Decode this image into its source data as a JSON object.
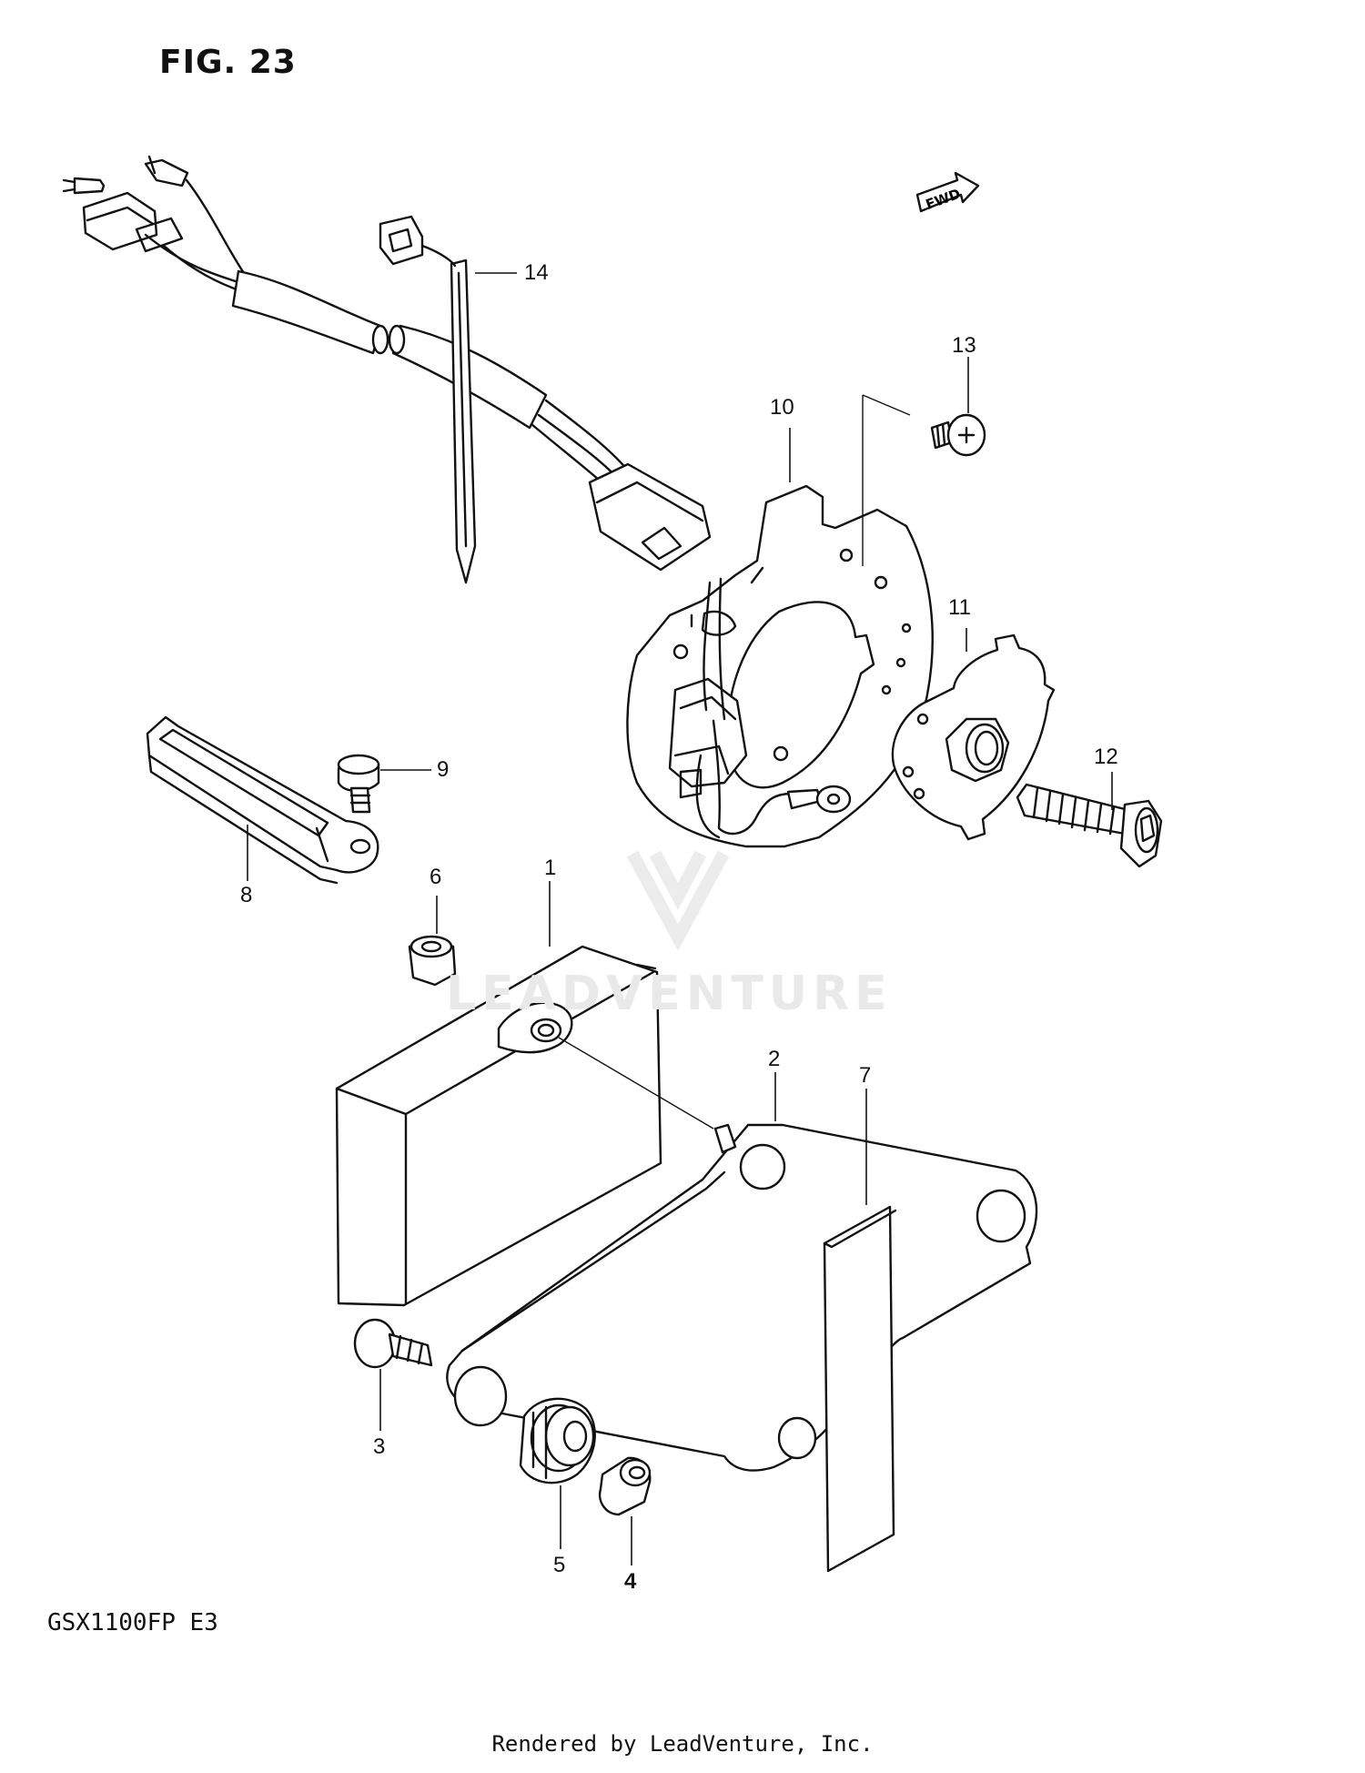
{
  "figure": {
    "title": "FIG. 23",
    "model_code": "GSX1100FP  E3",
    "footer": "Rendered by LeadVenture, Inc.",
    "watermark": "LEADVENTURE",
    "direction_label": "FWD"
  },
  "callouts": [
    {
      "id": "1",
      "label": "1"
    },
    {
      "id": "2",
      "label": "2"
    },
    {
      "id": "3",
      "label": "3"
    },
    {
      "id": "4",
      "label": "4"
    },
    {
      "id": "5",
      "label": "5"
    },
    {
      "id": "6",
      "label": "6"
    },
    {
      "id": "7",
      "label": "7"
    },
    {
      "id": "8",
      "label": "8"
    },
    {
      "id": "9",
      "label": "9"
    },
    {
      "id": "10",
      "label": "10"
    },
    {
      "id": "11",
      "label": "11"
    },
    {
      "id": "12",
      "label": "12"
    },
    {
      "id": "13",
      "label": "13"
    },
    {
      "id": "14",
      "label": "14"
    }
  ]
}
